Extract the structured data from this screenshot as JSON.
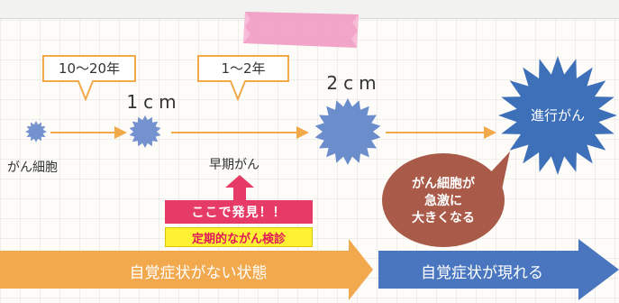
{
  "periods": {
    "p1": "10～20年",
    "p2": "1～2年"
  },
  "sizes": {
    "s1": "1cm",
    "s2": "2cm"
  },
  "stages": {
    "cell": "がん細胞",
    "early": "早期がん",
    "advanced": "進行がん"
  },
  "detection": {
    "found": "ここで発見！！",
    "checkup": "定期的ながん検診"
  },
  "bubble": {
    "line1": "がん細胞が",
    "line2": "急激に",
    "line3": "大きくなる"
  },
  "bars": {
    "no_symptoms": "自覚症状がない状態",
    "symptoms": "自覚症状が現れる"
  },
  "colors": {
    "arrow": "#f1a94a",
    "cell": "#7492cf",
    "advanced": "#3d70b8",
    "found": "#e63a67",
    "checkup": "#fff233",
    "bubble": "#a95a49",
    "bar_orange": "#f2a84c",
    "bar_blue": "#4a76bf",
    "tape": "#f19ac3"
  },
  "icons": [
    "starburst-icon",
    "up-arrow-icon",
    "right-arrow-icon",
    "speech-bubble-icon"
  ]
}
